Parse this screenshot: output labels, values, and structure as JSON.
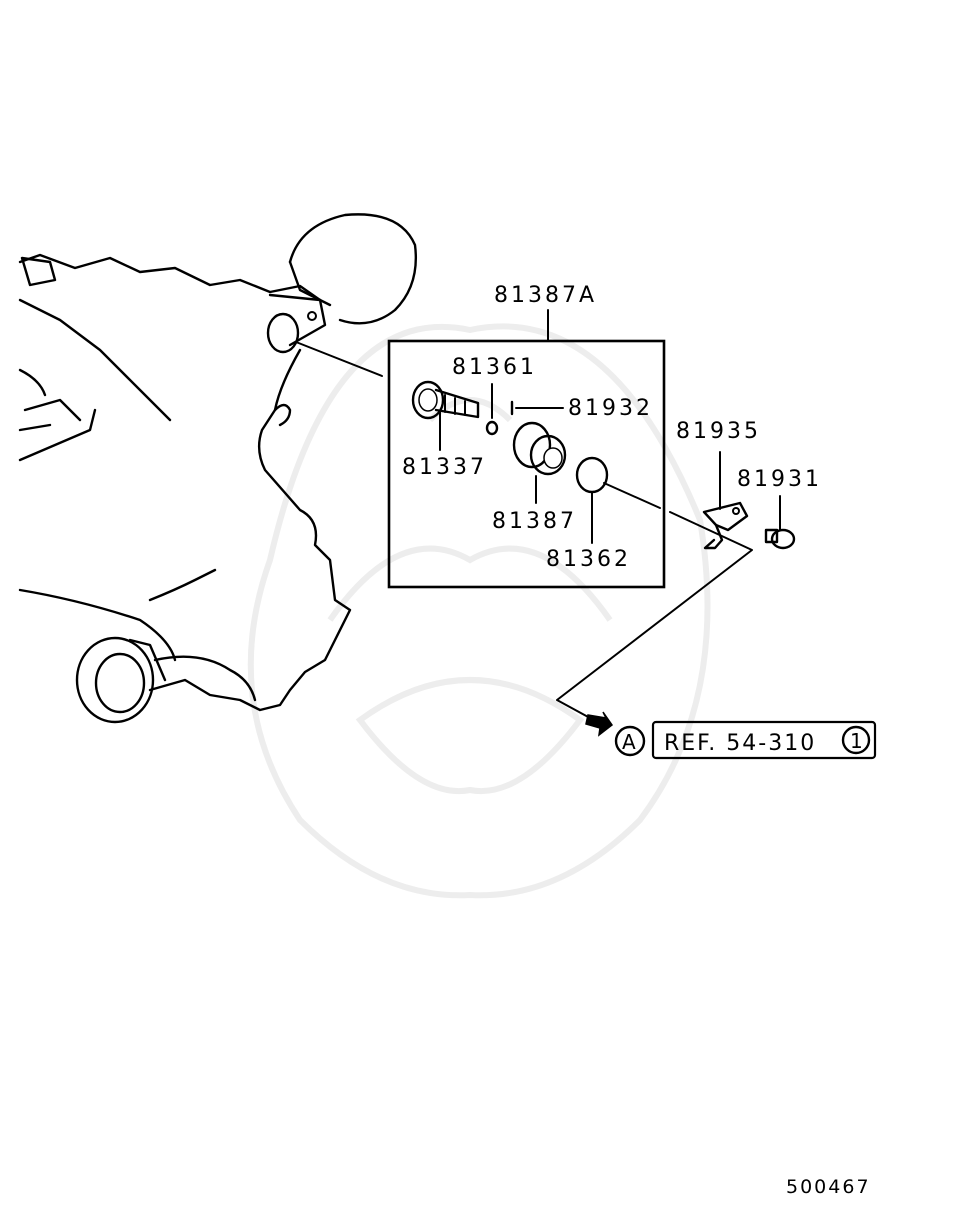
{
  "parts": {
    "assembly": "81387A",
    "p81361": "81361",
    "p81932": "81932",
    "p81337": "81337",
    "p81935": "81935",
    "p81931": "81931",
    "p81387": "81387",
    "p81362": "81362"
  },
  "reference": {
    "marker": "A",
    "text": "REF. 54-310",
    "sub_marker": "1"
  },
  "footer": {
    "diagram_number": "500467"
  }
}
